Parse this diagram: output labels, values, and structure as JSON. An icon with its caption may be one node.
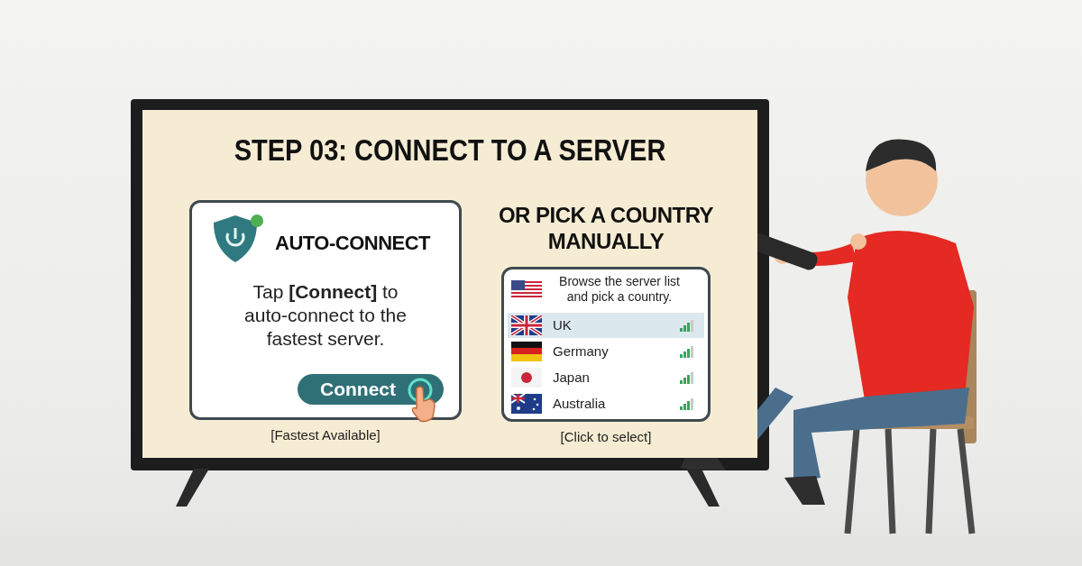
{
  "diagram": {
    "title": "STEP 03: CONNECT TO A SERVER",
    "nodes": [
      {
        "text": [
          "AUTO-CONNECT",
          "Tap **[Connect]** to auto-connect to the fastest server."
        ],
        "beside": [
          "[Fastest Available]"
        ]
      },
      {
        "text": [
          "Connect"
        ],
        "in": 0
      },
      {
        "text": [
          "OR PICK A COUNTRY MANUALLY",
          "Browse the server list and pick a country."
        ],
        "beside": [
          "[Click to select]"
        ]
      },
      {
        "text": [
          "UK"
        ],
        "in": 2
      },
      {
        "text": [
          "Germany"
        ],
        "in": 2
      },
      {
        "text": [
          "Japan"
        ],
        "in": 2
      },
      {
        "text": [
          "Australia"
        ],
        "in": 2
      }
    ]
  }
}
